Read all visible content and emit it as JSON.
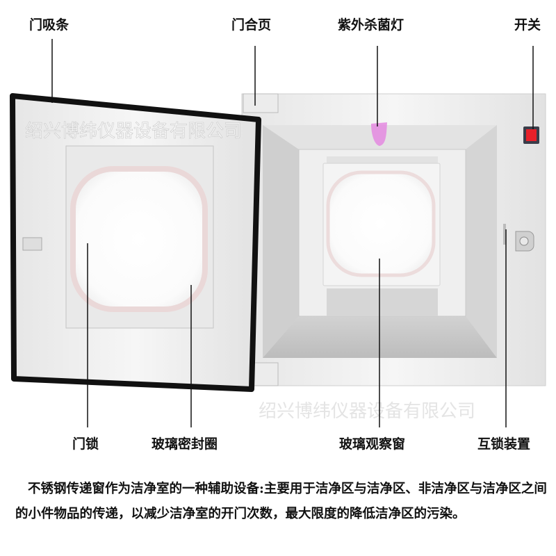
{
  "labels": {
    "door_strip": "门吸条",
    "door_hinge": "门合页",
    "uv_lamp": "紫外杀菌灯",
    "switch": "开关",
    "door_lock": "门锁",
    "glass_seal": "玻璃密封圈",
    "observation_window": "玻璃观察窗",
    "interlock": "互锁装置"
  },
  "watermarks": [
    "绍兴博纬仪器设备有限公司",
    "绍兴博纬仪器设备有限公司"
  ],
  "description": "不锈钢传递窗作为洁净室的一种辅助设备:主要用于洁净区与洁净区、非洁净区与洁净区之间的小件物品的传递，以减少洁净室的开门次数，最大限度的降低洁净区的污染。",
  "colors": {
    "switch": "#e8202a",
    "uv_lamp": "#e48ae0",
    "frame": "#111111"
  }
}
